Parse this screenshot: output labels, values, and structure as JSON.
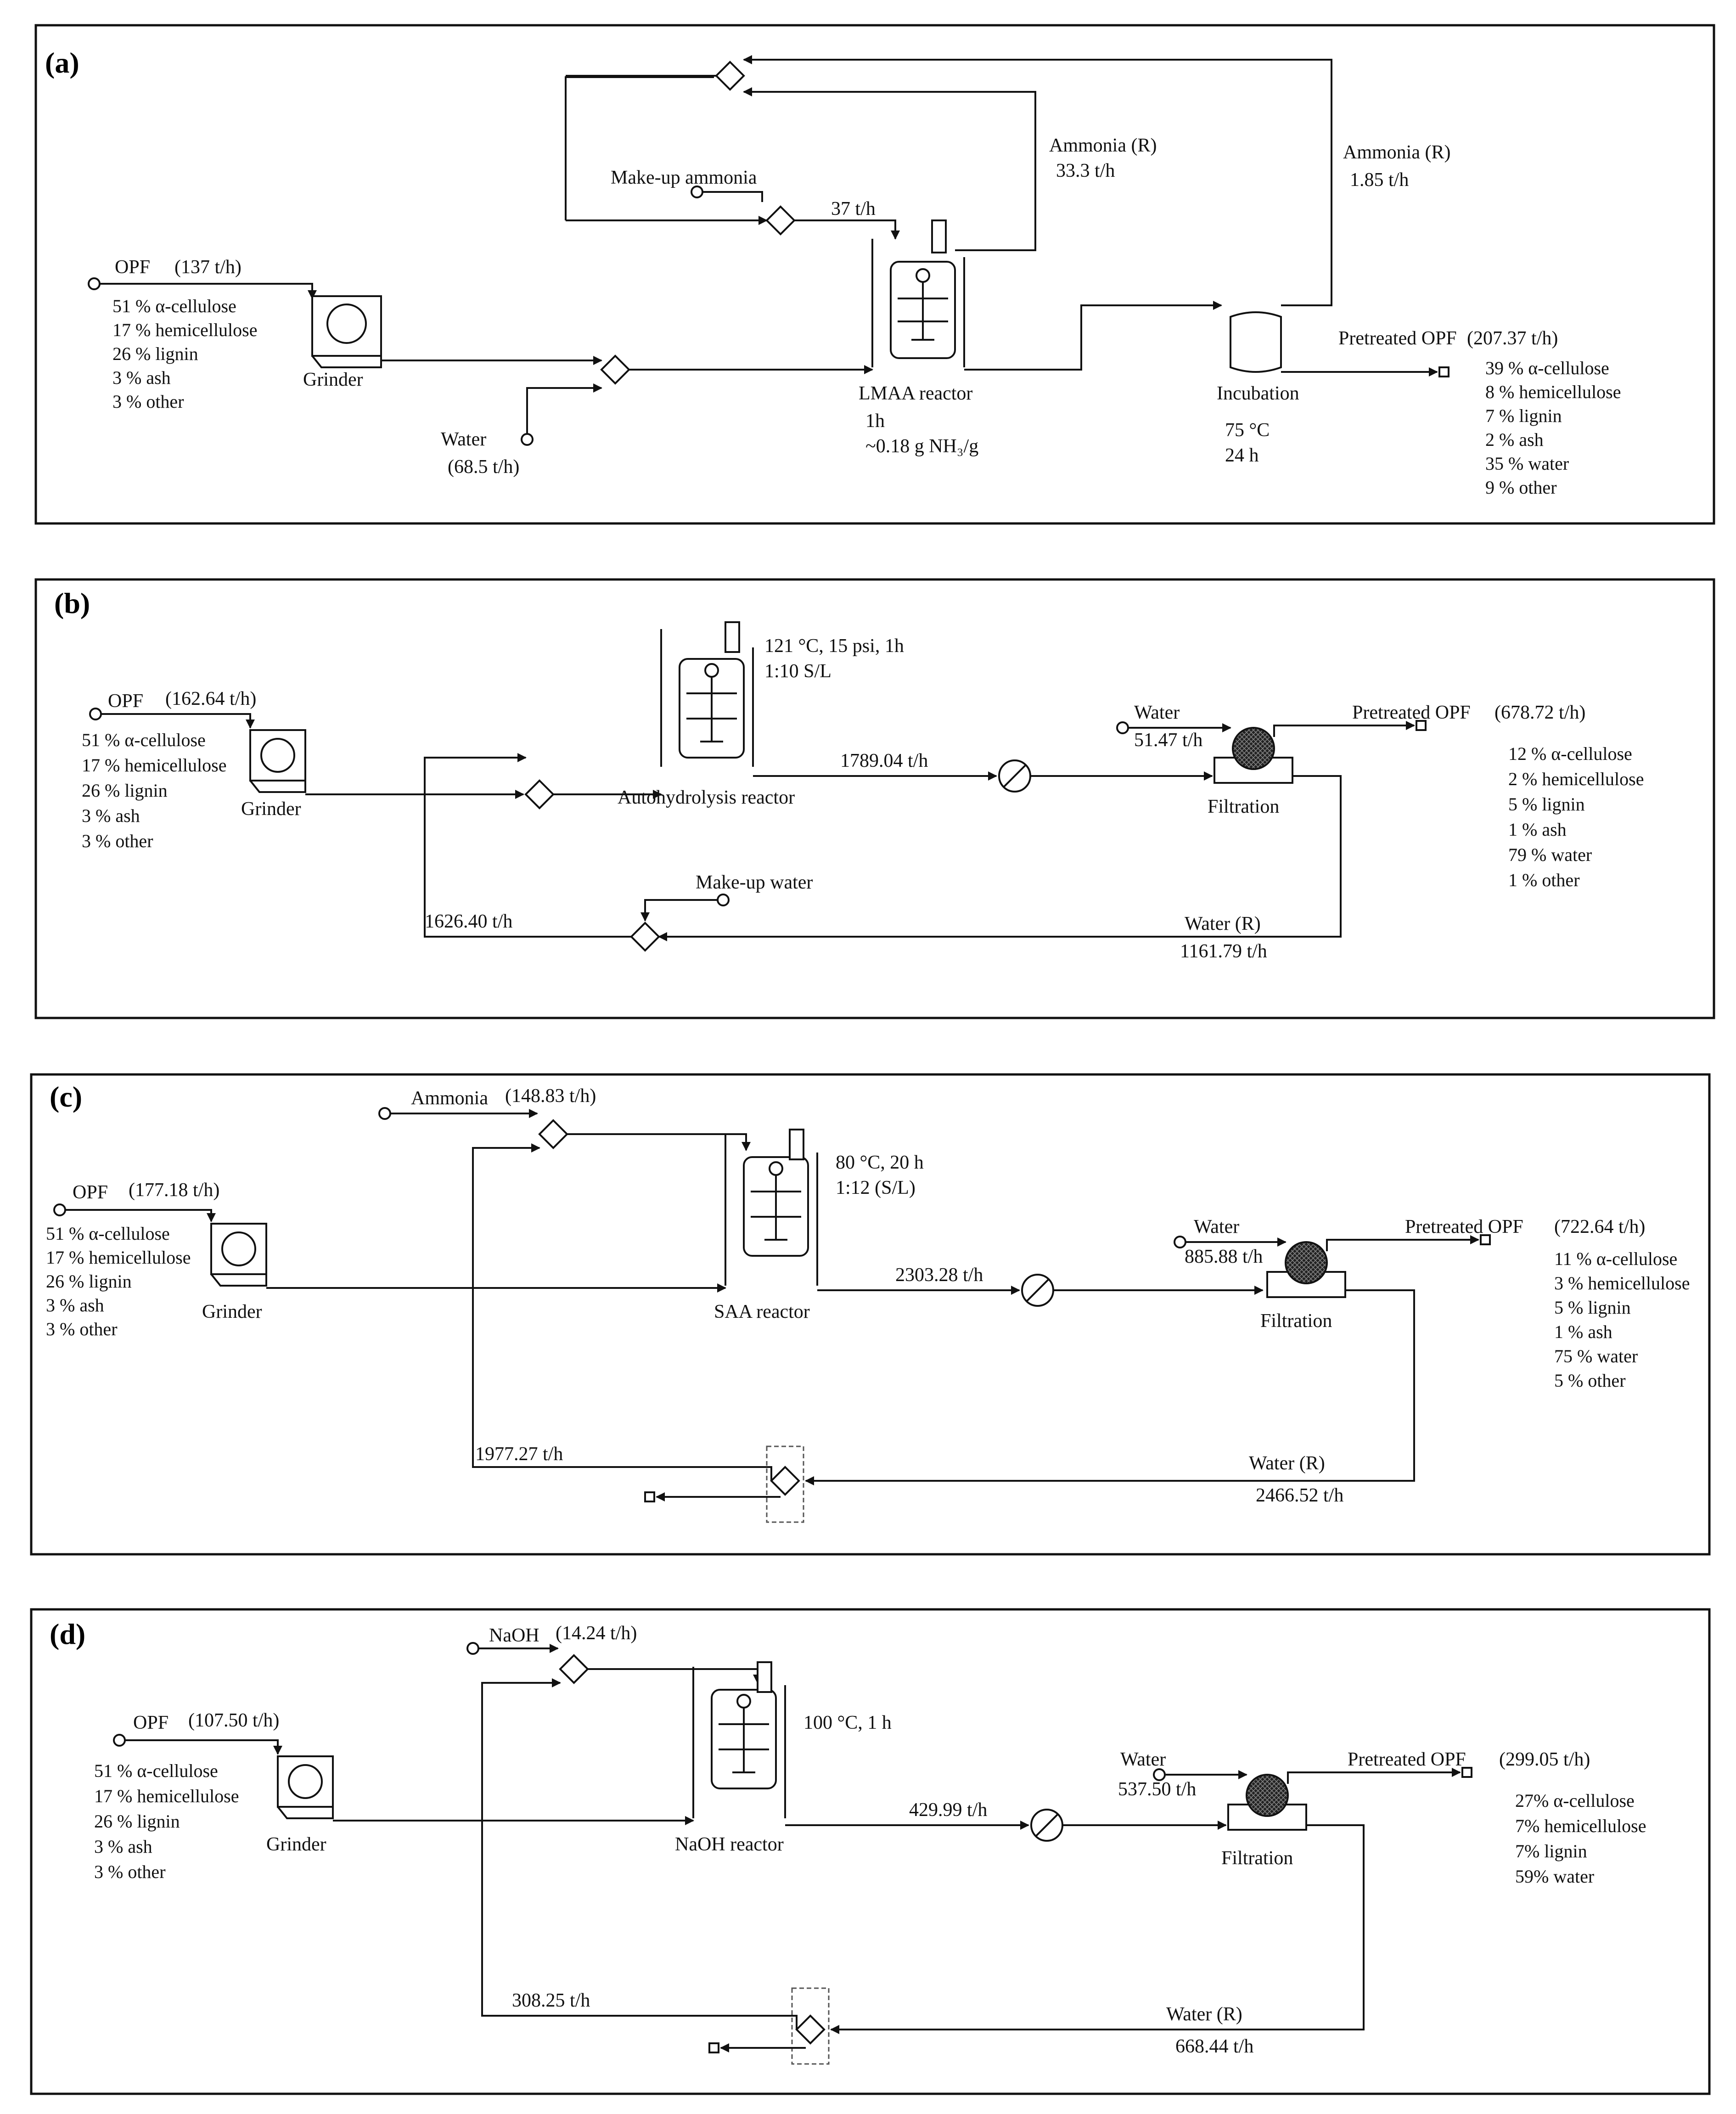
{
  "panel_a": {
    "label": "(a)",
    "opf": "OPF",
    "opf_flow": "(137 t/h)",
    "comp": [
      "51 % α-cellulose",
      "17 % hemicellulose",
      "26 % lignin",
      "3 % ash",
      "3 % other"
    ],
    "grinder": "Grinder",
    "water": "Water",
    "water_flow": "(68.5 t/h)",
    "makeup": "Make-up ammonia",
    "flow_37": "37 t/h",
    "ammonia_r1": "Ammonia (R)",
    "ammonia_r1_flow": "33.3 t/h",
    "ammonia_r2": "Ammonia (R)",
    "ammonia_r2_flow": "1.85 t/h",
    "reactor": "LMAA reactor",
    "cond1": "1h",
    "cond2": "~0.18 g NH₃/g",
    "incubation": "Incubation",
    "inc1": "75 °C",
    "inc2": "24 h",
    "product": "Pretreated OPF",
    "product_flow": "(207.37 t/h)",
    "prod_comp": [
      "39 % α-cellulose",
      "8 % hemicellulose",
      "7 % lignin",
      "2 % ash",
      "35 % water",
      "9 % other"
    ]
  },
  "panel_b": {
    "label": "(b)",
    "opf": "OPF",
    "opf_flow": "(162.64 t/h)",
    "comp": [
      "51 % α-cellulose",
      "17 % hemicellulose",
      "26 % lignin",
      "3 % ash",
      "3 % other"
    ],
    "grinder": "Grinder",
    "cond1": "121 °C, 15 psi, 1h",
    "cond2": "1:10 S/L",
    "reactor": "Autohydrolysis reactor",
    "flow_main": "1789.04 t/h",
    "water": "Water",
    "water_flow": "51.47 t/h",
    "filtration": "Filtration",
    "product": "Pretreated OPF",
    "product_flow": "(678.72 t/h)",
    "prod_comp": [
      "12 % α-cellulose",
      "2 % hemicellulose",
      "5 % lignin",
      "1 % ash",
      "79 % water",
      "1 % other"
    ],
    "makeup": "Make-up water",
    "recycle": "1626.40 t/h",
    "water_r": "Water (R)",
    "water_r_flow": "1161.79 t/h"
  },
  "panel_c": {
    "label": "(c)",
    "ammonia": "Ammonia",
    "ammonia_flow": "(148.83 t/h)",
    "opf": "OPF",
    "opf_flow": "(177.18 t/h)",
    "comp": [
      "51 % α-cellulose",
      "17 % hemicellulose",
      "26 % lignin",
      "3 % ash",
      "3 % other"
    ],
    "grinder": "Grinder",
    "cond1": "80 °C, 20 h",
    "cond2": "1:12 (S/L)",
    "reactor": "SAA reactor",
    "flow_main": "2303.28 t/h",
    "water": "Water",
    "water_flow": "885.88 t/h",
    "filtration": "Filtration",
    "product": "Pretreated OPF",
    "product_flow": "(722.64 t/h)",
    "prod_comp": [
      "11 % α-cellulose",
      "3 % hemicellulose",
      "5 % lignin",
      "1 % ash",
      "75 % water",
      "5 % other"
    ],
    "recycle": "1977.27 t/h",
    "water_r": "Water (R)",
    "water_r_flow": "2466.52 t/h"
  },
  "panel_d": {
    "label": "(d)",
    "naoh": "NaOH",
    "naoh_flow": "(14.24 t/h)",
    "opf": "OPF",
    "opf_flow": "(107.50 t/h)",
    "comp": [
      "51 % α-cellulose",
      "17 % hemicellulose",
      "26 % lignin",
      "3 % ash",
      "3 % other"
    ],
    "grinder": "Grinder",
    "cond1": "100 °C, 1 h",
    "reactor": "NaOH reactor",
    "flow_main": "429.99 t/h",
    "water": "Water",
    "water_flow": "537.50 t/h",
    "filtration": "Filtration",
    "product": "Pretreated OPF",
    "product_flow": "(299.05 t/h)",
    "prod_comp": [
      "27% α-cellulose",
      "7% hemicellulose",
      "7% lignin",
      "59% water"
    ],
    "recycle": "308.25 t/h",
    "water_r": "Water (R)",
    "water_r_flow": "668.44 t/h"
  }
}
